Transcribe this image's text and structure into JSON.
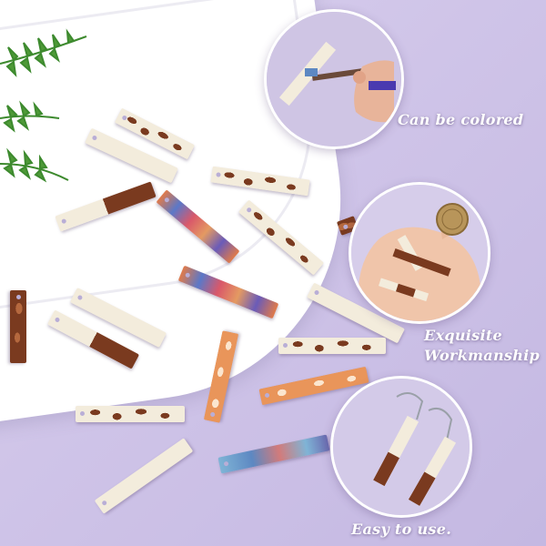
{
  "captions": {
    "colored": "Can be colored",
    "workmanship_line1": "Exquisite",
    "workmanship_line2": "Workmanship",
    "easy": "Easy to use."
  }
}
